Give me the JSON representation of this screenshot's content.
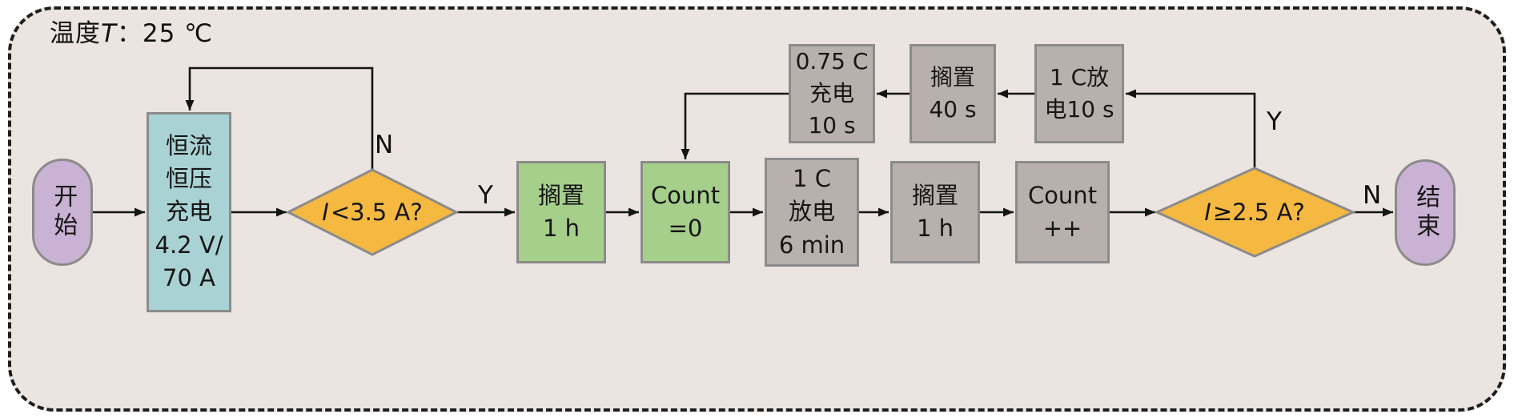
{
  "frame": {
    "background": "#ebe4e0",
    "border_color": "#1e1e1e"
  },
  "annotation": {
    "prefix": "温度",
    "var": "T",
    "suffix": "：25 ℃"
  },
  "nodes": {
    "start": {
      "label": "开始",
      "fill": "#c9b2d3"
    },
    "cccv_charge": {
      "lines": [
        "恒流",
        "恒压",
        "充电",
        "4.2 V/",
        "70 A"
      ],
      "fill": "#a9d2d5"
    },
    "decision_current_lt": {
      "var": "I",
      "cond": "<3.5 A?",
      "fill": "#f5b942"
    },
    "rest_1h_a": {
      "lines": [
        "搁置",
        "1 h"
      ],
      "fill": "#a6cf8b"
    },
    "count_reset": {
      "lines": [
        "Count",
        "=0"
      ],
      "fill": "#a6cf8b"
    },
    "discharge_1c_6min": {
      "lines": [
        "1 C",
        "放电",
        "6 min"
      ],
      "fill": "#b8b0ad"
    },
    "rest_1h_b": {
      "lines": [
        "搁置",
        "1 h"
      ],
      "fill": "#b8b0ad"
    },
    "count_increment": {
      "lines": [
        "Count",
        "++"
      ],
      "fill": "#b8b0ad"
    },
    "decision_current_ge": {
      "var": "I",
      "cond": "≥2.5 A?",
      "fill": "#f5b942"
    },
    "end": {
      "label": "结束",
      "fill": "#c9b2d3"
    },
    "charge_075c_10s": {
      "lines": [
        "0.75 C",
        "充电",
        "10 s"
      ],
      "fill": "#b8b0ad"
    },
    "rest_40s": {
      "lines": [
        "搁置",
        "40 s"
      ],
      "fill": "#b8b0ad"
    },
    "discharge_1c_10s": {
      "lines": [
        "1 C放",
        "电10 s"
      ],
      "fill": "#b8b0ad"
    }
  },
  "edge_labels": {
    "n1": "N",
    "y1": "Y",
    "y2": "Y",
    "n2": "N"
  }
}
